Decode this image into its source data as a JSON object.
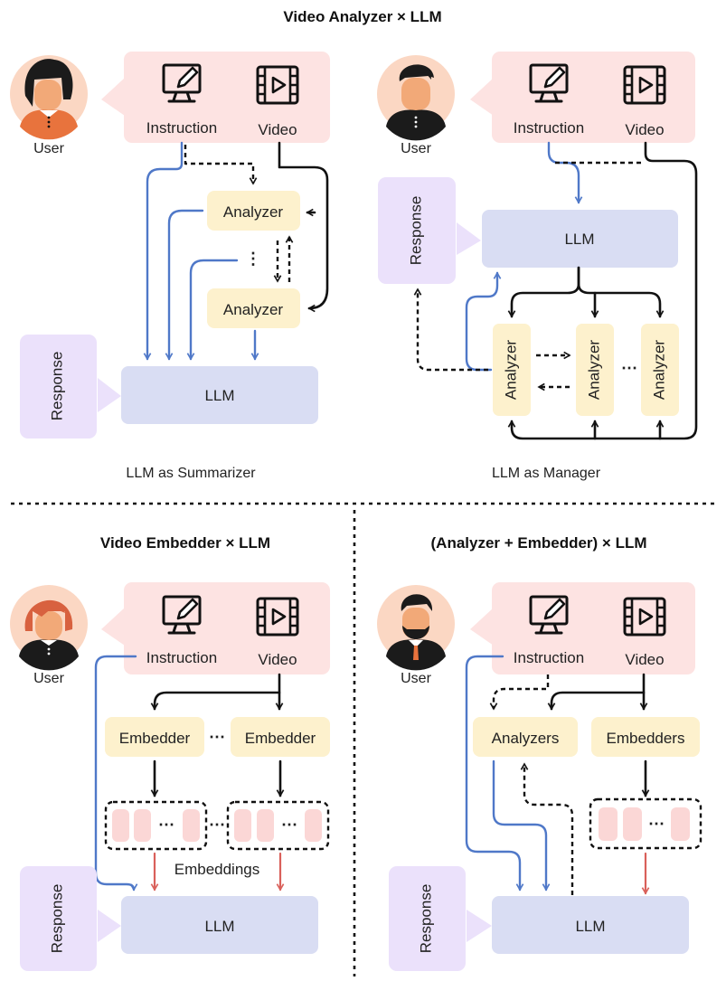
{
  "titles": {
    "top": "Video Analyzer × LLM",
    "bottom_left": "Video Embedder × LLM",
    "bottom_right": "(Analyzer + Embedder) × LLM"
  },
  "captions": {
    "summarizer": "LLM as Summarizer",
    "manager": "LLM as Manager"
  },
  "labels": {
    "user": "User",
    "instruction": "Instruction",
    "video": "Video",
    "analyzer": "Analyzer",
    "analyzers": "Analyzers",
    "embedder": "Embedder",
    "embedders": "Embedders",
    "embeddings": "Embeddings",
    "llm": "LLM",
    "response": "Response",
    "ellipsis": "⋯",
    "v_ellipsis": "⋮"
  },
  "colors": {
    "input_box": "#fde3e2",
    "analyzer_box": "#fdf1cd",
    "llm_box": "#d9ddf3",
    "response_box": "#ebe1fb",
    "blue_arrow": "#4f78c8",
    "red_arrow": "#d9605a",
    "skin": "#f2a978",
    "dark_hair": "#1b1b1b",
    "red_hair": "#d8613f"
  },
  "icons": [
    "monitor-edit-icon",
    "video-film-icon",
    "user-avatar-icon"
  ]
}
